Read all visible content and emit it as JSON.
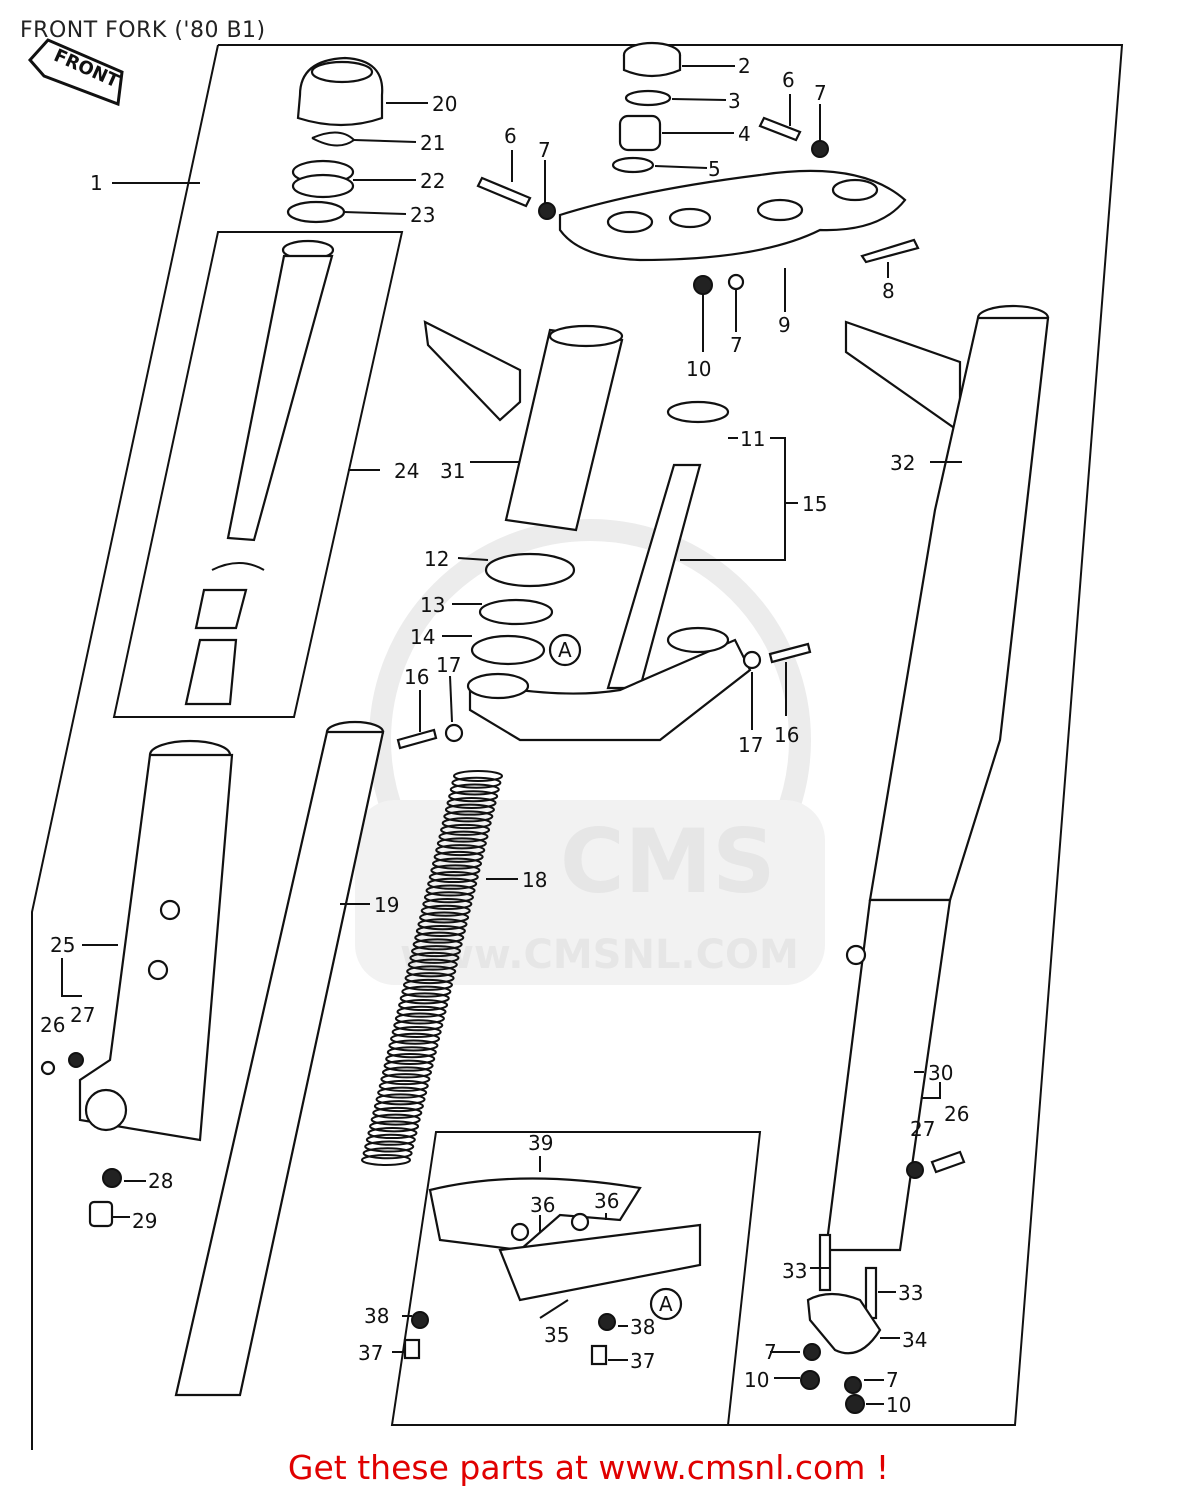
{
  "title": "FRONT FORK ('80 B1)",
  "front_badge": "FRONT",
  "watermark": {
    "logo": "CMS",
    "url": "www.CMSNL.COM"
  },
  "footer": "Get these parts at www.cmsnl.com !",
  "callouts": {
    "c1": "1",
    "c2": "2",
    "c3": "3",
    "c4": "4",
    "c5": "5",
    "c6a": "6",
    "c6b": "6",
    "c7a": "7",
    "c7b": "7",
    "c7c": "7",
    "c7d": "7",
    "c7e": "7",
    "c8": "8",
    "c9": "9",
    "c10a": "10",
    "c10b": "10",
    "c10c": "10",
    "c11": "11",
    "c12": "12",
    "c13": "13",
    "c14": "14",
    "c15": "15",
    "c16a": "16",
    "c16b": "16",
    "c17a": "17",
    "c17b": "17",
    "c18": "18",
    "c19": "19",
    "c20": "20",
    "c21": "21",
    "c22": "22",
    "c23": "23",
    "c24": "24",
    "c25": "25",
    "c26a": "26",
    "c26b": "26",
    "c27a": "27",
    "c27b": "27",
    "c28": "28",
    "c29": "29",
    "c30": "30",
    "c31": "31",
    "c32": "32",
    "c33a": "33",
    "c33b": "33",
    "c34": "34",
    "c35": "35",
    "c36a": "36",
    "c36b": "36",
    "c37a": "37",
    "c37b": "37",
    "c38a": "38",
    "c38b": "38",
    "c39": "39",
    "markA1": "A",
    "markA2": "A"
  }
}
